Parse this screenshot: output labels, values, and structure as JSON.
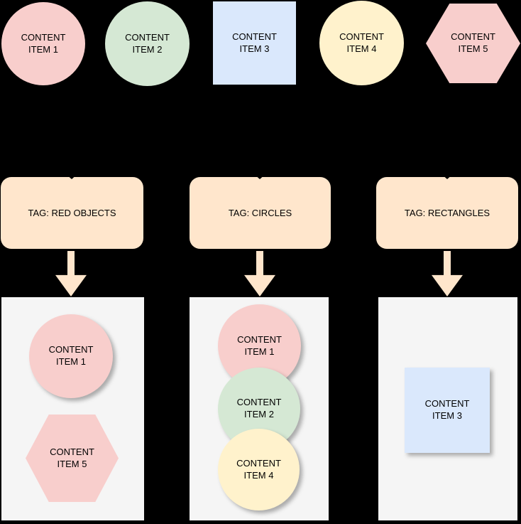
{
  "background_color": "#000000",
  "palette": {
    "item_pink": "#f8cecc",
    "item_green": "#d5e8d4",
    "item_blue": "#dae8fc",
    "item_yellow": "#fff2cc",
    "tag_peach": "#ffe6cc",
    "group_box_gray": "#f5f5f5"
  },
  "top_items": [
    {
      "label": "CONTENT ITEM 1",
      "shape": "circle",
      "color": "#f8cecc"
    },
    {
      "label": "CONTENT ITEM 2",
      "shape": "circle",
      "color": "#d5e8d4"
    },
    {
      "label": "CONTENT ITEM 3",
      "shape": "square",
      "color": "#dae8fc"
    },
    {
      "label": "CONTENT ITEM 4",
      "shape": "circle",
      "color": "#fff2cc"
    },
    {
      "label": "CONTENT ITEM 5",
      "shape": "hexagon",
      "color": "#f8cecc"
    }
  ],
  "tags": [
    {
      "label": "TAG: RED OBJECTS"
    },
    {
      "label": "TAG: CIRCLES"
    },
    {
      "label": "TAG: RECTANGLES"
    }
  ],
  "groups": [
    {
      "tag_label": "TAG: RED OBJECTS",
      "items": [
        {
          "label": "CONTENT ITEM 1",
          "shape": "circle",
          "color": "#f8cecc"
        },
        {
          "label": "CONTENT ITEM 5",
          "shape": "hexagon",
          "color": "#f8cecc"
        }
      ]
    },
    {
      "tag_label": "TAG: CIRCLES",
      "items": [
        {
          "label": "CONTENT ITEM 1",
          "shape": "circle",
          "color": "#f8cecc"
        },
        {
          "label": "CONTENT ITEM 2",
          "shape": "circle",
          "color": "#d5e8d4"
        },
        {
          "label": "CONTENT ITEM 4",
          "shape": "circle",
          "color": "#fff2cc"
        }
      ]
    },
    {
      "tag_label": "TAG: RECTANGLES",
      "items": [
        {
          "label": "CONTENT ITEM 3",
          "shape": "square",
          "color": "#dae8fc"
        }
      ]
    }
  ]
}
